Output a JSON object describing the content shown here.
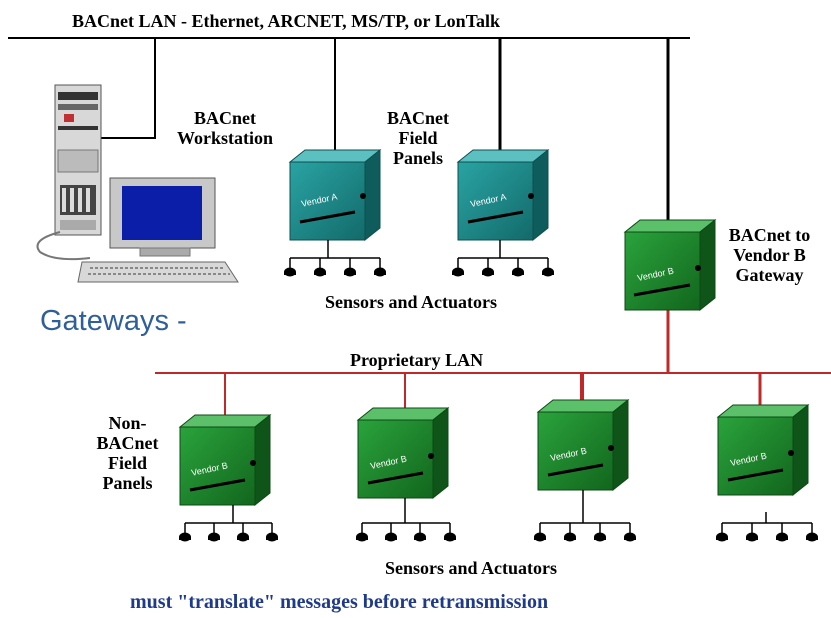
{
  "top_network_label": "BACnet LAN - Ethernet, ARCNET, MS/TP, or LonTalk",
  "workstation_label": "BACnet\nWorkstation",
  "field_panels_label": "BACnet\nField\nPanels",
  "gateway_label": "BACnet to\nVendor B\nGateway",
  "sensors_top_label": "Sensors and Actuators",
  "gateways_heading": "Gateways -",
  "proprietary_lan_label": "Proprietary LAN",
  "non_bacnet_label": "Non-\nBACnet\nField\nPanels",
  "sensors_bottom_label": "Sensors and Actuators",
  "footer_text": "must \"translate\" messages before retransmission",
  "vendor_a_label": "Vendor A",
  "vendor_b_label": "Vendor B",
  "colors": {
    "bacnet_line": "#000000",
    "proprietary_line": "#c0282a",
    "vendor_a_panel": "#1e8a8a",
    "vendor_b_panel": "#1f8a2e",
    "heading_blue": "#2f5f9a",
    "footer_blue": "#1f3a8a"
  }
}
